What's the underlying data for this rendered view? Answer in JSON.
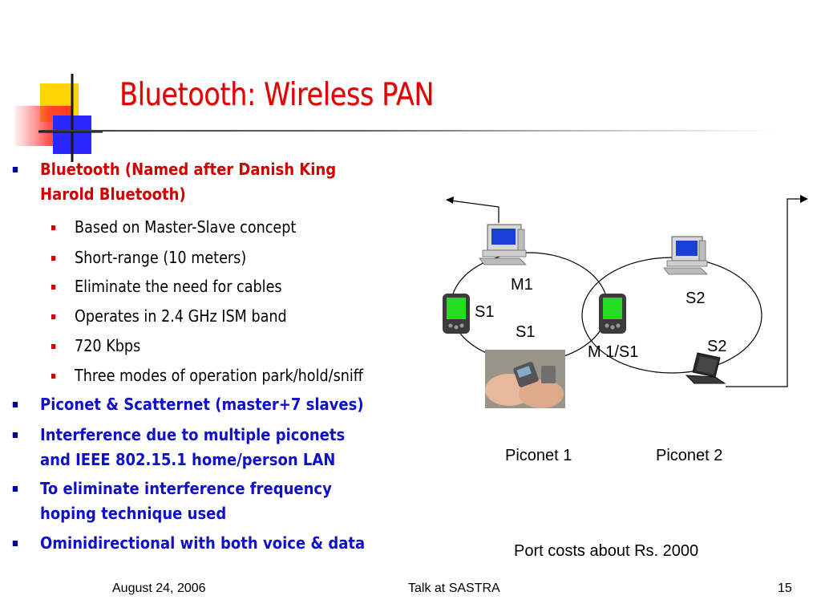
{
  "slide": {
    "title": "Bluetooth: Wireless PAN",
    "bullets": [
      {
        "text_line1": "Bluetooth (Named after Danish King",
        "text_line2": "Harold Bluetooth)",
        "color": "#d00000"
      },
      {
        "text_line1": "Piconet & Scatternet (master+7 slaves)",
        "color": "#1010c8"
      },
      {
        "text_line1": "Interference due to multiple piconets",
        "text_line2": "and IEEE 802.15.1 home/person LAN",
        "color": "#1010c8"
      },
      {
        "text_line1": "To eliminate interference frequency",
        "text_line2": "hoping technique used",
        "color": "#1010c8"
      },
      {
        "text_line1": "Ominidirectional with both voice & data",
        "color": "#1010c8"
      }
    ],
    "subbullets": [
      "Based on Master-Slave concept",
      "Short-range (10 meters)",
      "Eliminate the need for cables",
      "Operates in 2.4 GHz ISM band",
      "720 Kbps",
      "Three modes of operation park/hold/sniff"
    ]
  },
  "diagram": {
    "labels": {
      "m1": "M1",
      "s1_pda": "S1",
      "s1_photo": "S1",
      "s2_pc": "S2",
      "s2_laptop": "S2",
      "m1s1": "M 1/S1"
    },
    "piconet1": "Piconet 1",
    "piconet2": "Piconet 2",
    "note": "Port costs about Rs. 2000"
  },
  "footer": {
    "date": "August 24, 2006",
    "event": "Talk at SASTRA",
    "page": "15"
  },
  "icons": [
    "desktop-computer-icon",
    "pda-icon",
    "laptop-icon",
    "handheld-photo"
  ]
}
